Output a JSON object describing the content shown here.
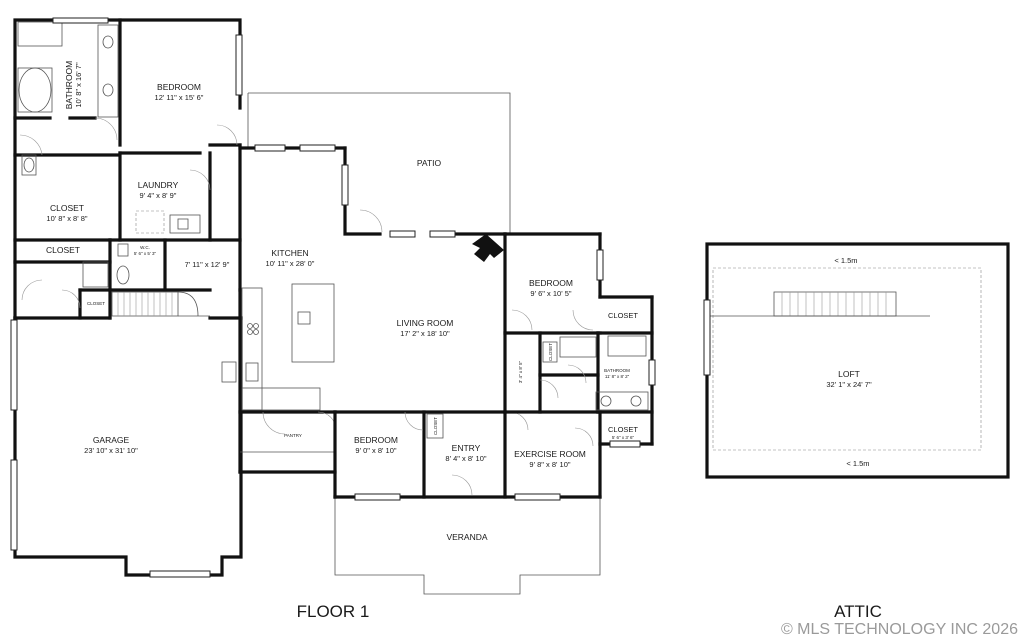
{
  "floor1": {
    "title": "FLOOR 1",
    "rooms": [
      {
        "name": "BEDROOM",
        "dim": "12' 11\" x 15' 6\""
      },
      {
        "name": "BATHROOM",
        "dim": "10' 8\" x 16' 7\""
      },
      {
        "name": "PATIO"
      },
      {
        "name": "LAUNDRY",
        "dim": "9' 4\" x 8' 9\""
      },
      {
        "name": "CLOSET",
        "dim": "10' 8\" x 8' 8\""
      },
      {
        "name": "CLOSET"
      },
      {
        "name": "KITCHEN",
        "dim": "10' 11\" x 28' 0\""
      },
      {
        "name": "7' 11\" x 12' 9\""
      },
      {
        "name": "BEDROOM",
        "dim": "9' 6\" x 10' 5\""
      },
      {
        "name": "CLOSET"
      },
      {
        "name": "LIVING ROOM",
        "dim": "17' 2\" x 18' 10\""
      },
      {
        "name": "BATHROOM",
        "dim": "11' 8\" x 8' 2\""
      },
      {
        "name": "GARAGE",
        "dim": "23' 10\" x 31' 10\""
      },
      {
        "name": "CLOSET",
        "dim": "5' 6\" x 3' 6\""
      },
      {
        "name": "BEDROOM",
        "dim": "9' 0\" x 8' 10\""
      },
      {
        "name": "ENTRY",
        "dim": "8' 4\" x 8' 10\""
      },
      {
        "name": "EXERCISE ROOM",
        "dim": "9' 8\" x 8' 10\""
      },
      {
        "name": "VERANDA"
      },
      {
        "name": "PANTRY"
      },
      {
        "name": "CLOSET"
      },
      {
        "name": "CLOSET"
      },
      {
        "name": "CLOSET"
      },
      {
        "name": "W.C.",
        "dim": "5' 6\" x 5' 3\""
      },
      {
        "name": "3' 4\" x 8' 5\""
      }
    ]
  },
  "attic": {
    "title": "ATTIC",
    "room": {
      "name": "LOFT",
      "dim": "32' 1\" x 24' 7\""
    },
    "note_top": "< 1.5m",
    "note_bottom": "< 1.5m"
  },
  "copyright": "© MLS TECHNOLOGY INC 2026"
}
